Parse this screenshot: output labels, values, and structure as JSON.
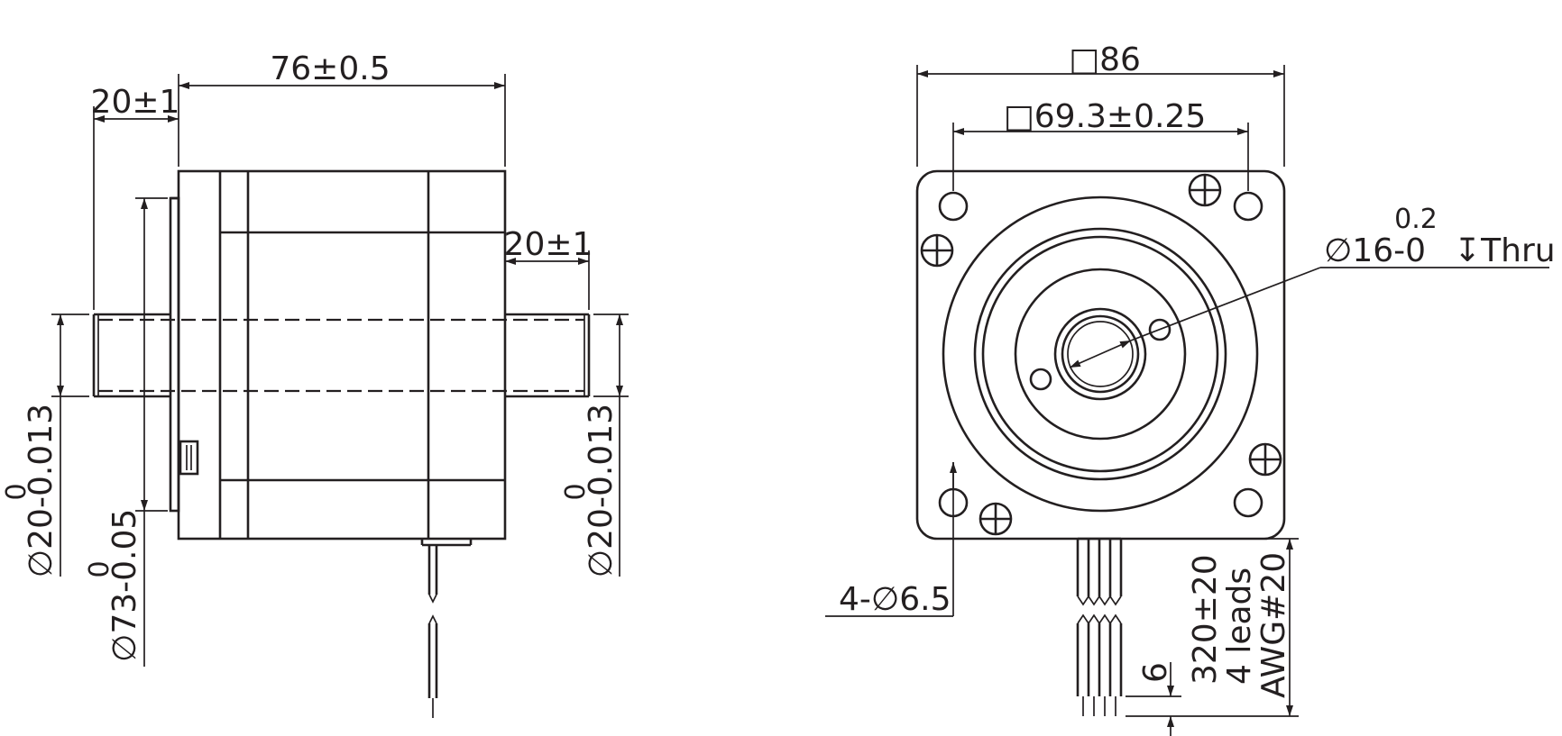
{
  "side_view": {
    "length_dim": "76±0.5",
    "front_shaft_dim": "20±1",
    "rear_shaft_dim": "20±1",
    "front_shaft_dia": {
      "dia": "∅20-0.013",
      "upper": "0"
    },
    "pilot_dia": {
      "dia": "∅73-0.05",
      "upper": "0"
    },
    "rear_shaft_dia": {
      "dia": "∅20-0.013",
      "upper": "0"
    }
  },
  "front_view": {
    "flange_size": "□86",
    "hole_spacing": "□69.3±0.25",
    "bore": {
      "dia": "∅16-0",
      "upper": "0.2",
      "depth": "↧Thru"
    },
    "mount_holes": "4-∅6.5",
    "lead_length": "320±20",
    "lead_count": "4 leads",
    "wire_gauge": "AWG#20",
    "strip_length": "6"
  }
}
